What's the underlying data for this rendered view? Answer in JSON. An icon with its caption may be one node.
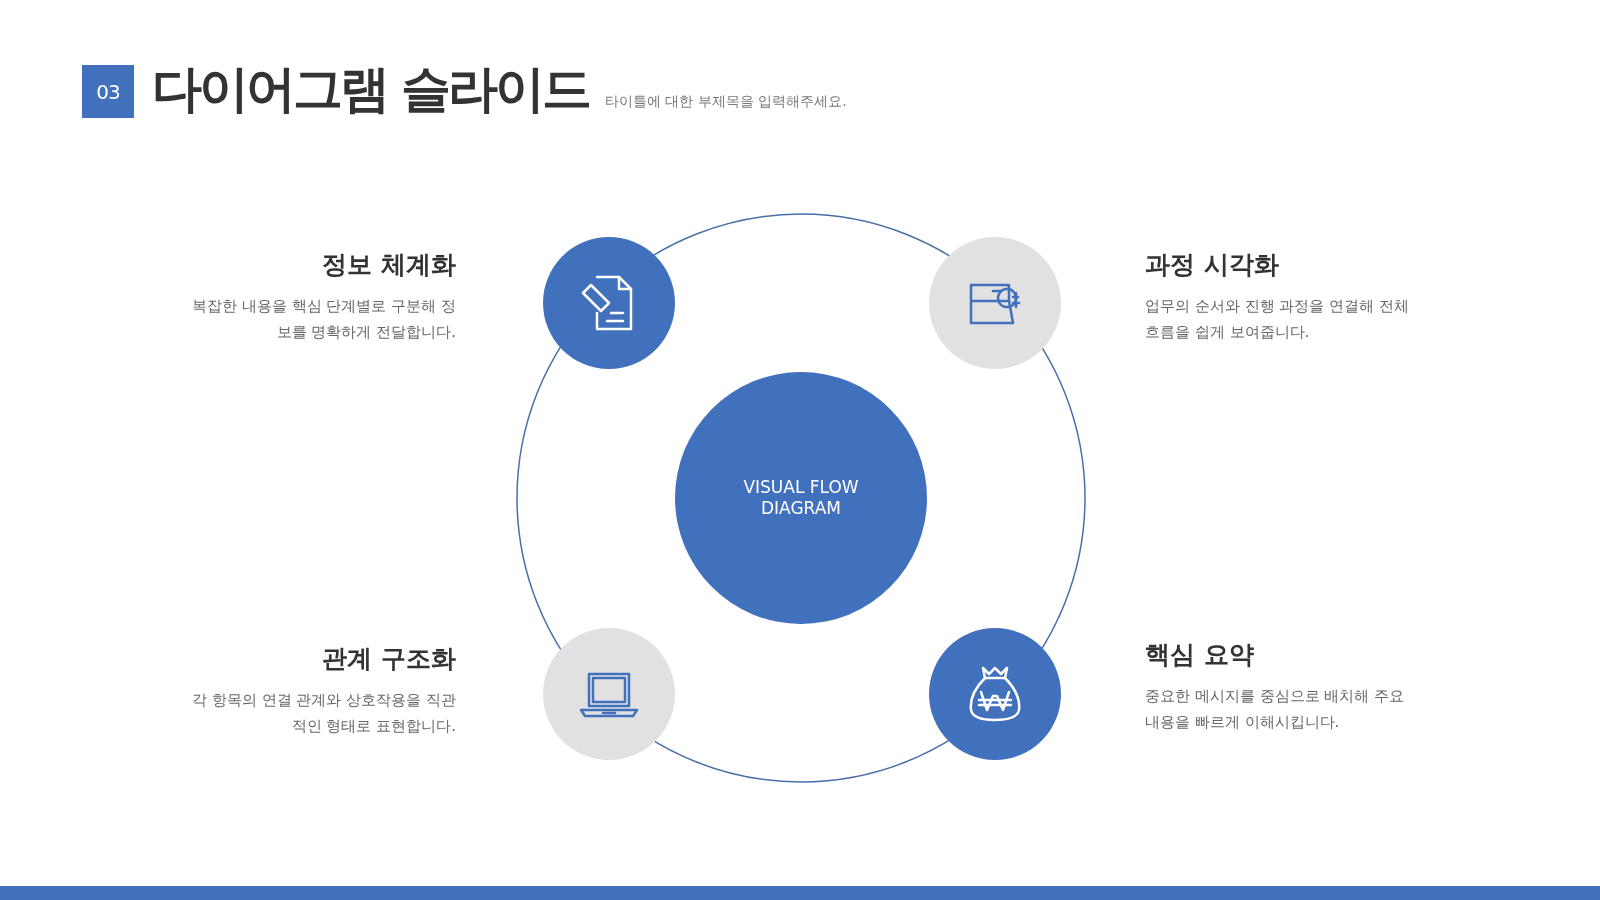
{
  "diagram": {
    "title": "다이어그램 슬라이드",
    "nodes": [
      {
        "text": [],
        "shape": "circle",
        "beside": [
          "정보 체계화",
          "복잡한 내용을 핵심 단계별로 구분해 정보를 명확하게 전달합니다."
        ]
      },
      {
        "text": [],
        "shape": "circle",
        "beside": [
          "과정 시각화",
          "업무의 순서와 진행 과정을 연결해 전체 흐름을 쉽게 보여줍니다."
        ]
      },
      {
        "text": [
          "VISUAL FLOW DIAGRAM"
        ]
      },
      {
        "text": [],
        "shape": "circle",
        "beside": [
          "관계 구조화",
          "각 항목의 연결 관계와 상호작용을 직관적인 형태로 표현합니다."
        ]
      },
      {
        "text": [],
        "shape": "circle",
        "beside": [
          "핵심 요약",
          "중요한 메시지를 중심으로 배치해 주요 내용을 빠르게 이해시킵니다."
        ]
      }
    ],
    "labels": [
      "03",
      "타이틀에 대한 부제목을 입력해주세요."
    ]
  }
}
